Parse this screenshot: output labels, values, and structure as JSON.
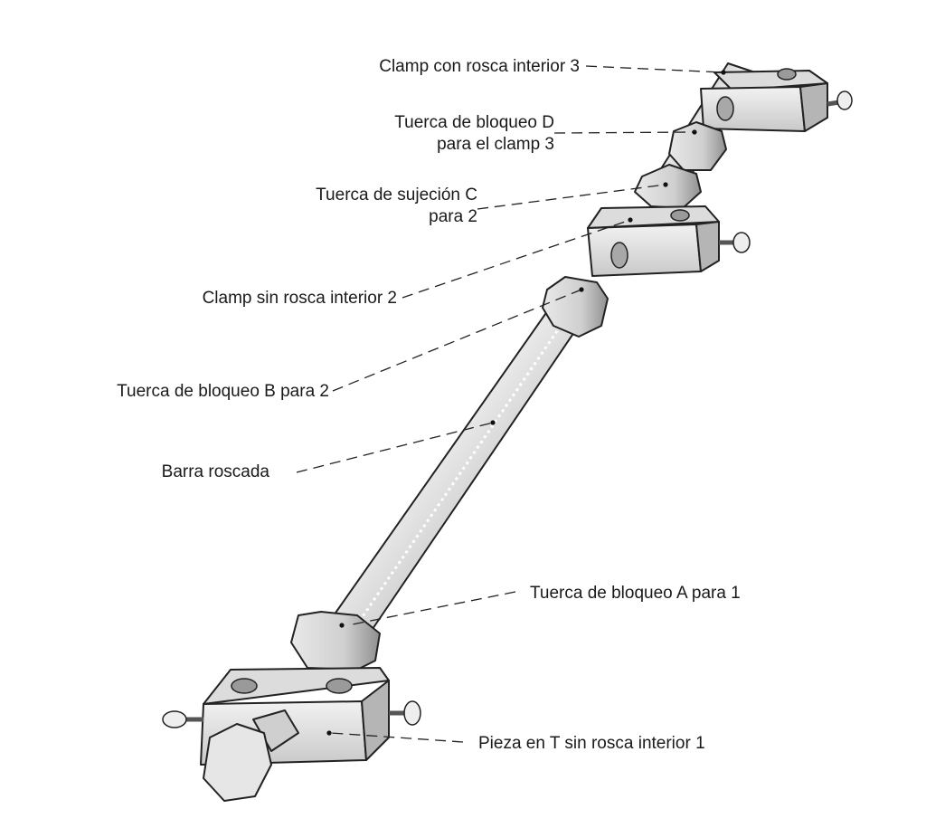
{
  "diagram": {
    "subject": "Threaded rod assembly with clamps and nuts",
    "labels": [
      {
        "id": "clamp-3",
        "lines": [
          "Clamp con rosca interior 3"
        ]
      },
      {
        "id": "nut-d",
        "lines": [
          "Tuerca de bloqueo D",
          "para el clamp 3"
        ]
      },
      {
        "id": "nut-c",
        "lines": [
          "Tuerca de sujeción C",
          "para 2"
        ]
      },
      {
        "id": "clamp-2",
        "lines": [
          "Clamp sin rosca interior 2"
        ]
      },
      {
        "id": "nut-b",
        "lines": [
          "Tuerca de bloqueo B para 2"
        ]
      },
      {
        "id": "rod",
        "lines": [
          "Barra roscada"
        ]
      },
      {
        "id": "nut-a",
        "lines": [
          "Tuerca de bloqueo A para 1"
        ]
      },
      {
        "id": "tpiece-1",
        "lines": [
          "Pieza en T sin rosca interior 1"
        ]
      }
    ]
  }
}
